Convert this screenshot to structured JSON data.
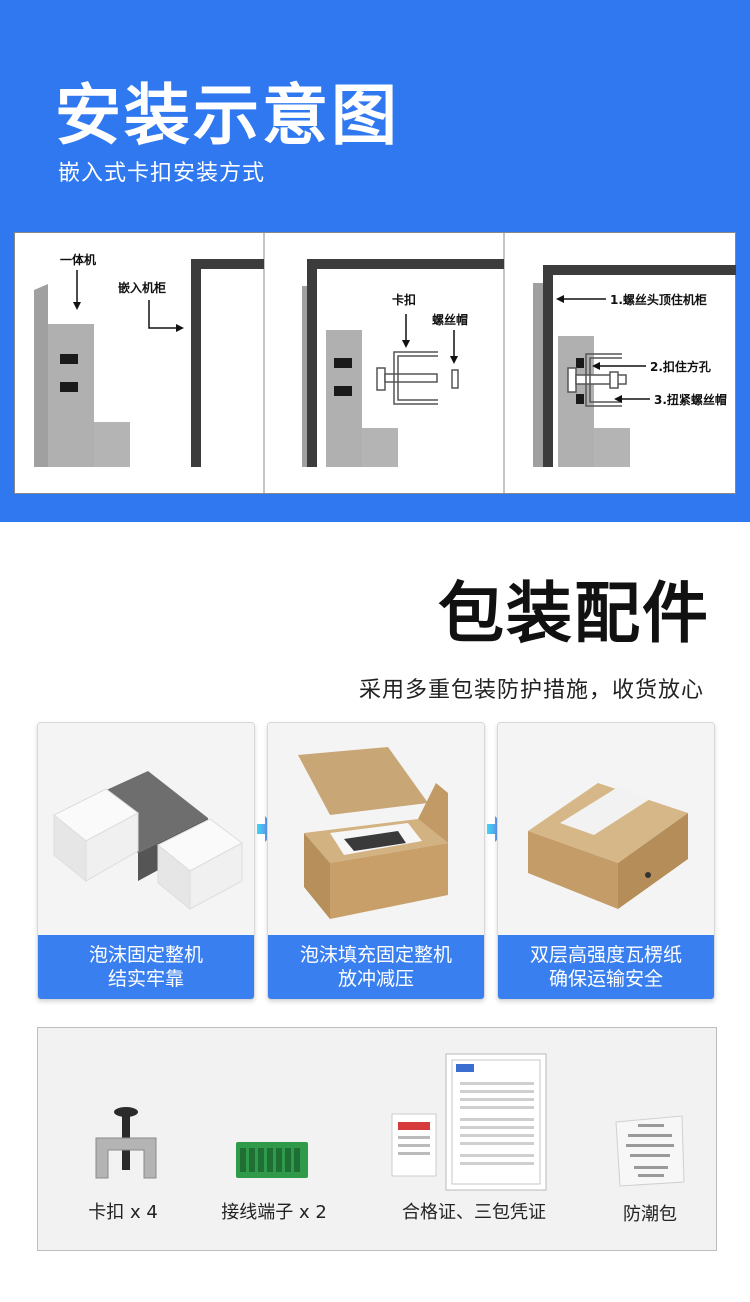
{
  "banner": {
    "title": "安装示意图",
    "subtitle": "嵌入式卡扣安装方式"
  },
  "diagram": {
    "panel1": {
      "label_unit": "一体机",
      "label_cabinet": "嵌入机柜"
    },
    "panel2": {
      "label_clip": "卡扣",
      "label_nut": "螺丝帽"
    },
    "panel3": {
      "step1": "1.螺丝头顶住机柜",
      "step2": "2.扣住方孔",
      "step3": "3.扭紧螺丝帽"
    }
  },
  "packaging": {
    "title": "包装配件",
    "subtitle": "采用多重包装防护措施，收货放心",
    "cards": [
      {
        "line1": "泡沫固定整机",
        "line2": "结实牢靠"
      },
      {
        "line1": "泡沫填充固定整机",
        "line2": "放冲减压"
      },
      {
        "line1": "双层高强度瓦楞纸",
        "line2": "确保运输安全"
      }
    ]
  },
  "accessories": {
    "items": [
      {
        "label": "卡扣 x 4"
      },
      {
        "label": "接线端子 x 2"
      },
      {
        "label": "合格证、三包凭证"
      },
      {
        "label": "防潮包"
      }
    ]
  },
  "colors": {
    "brand_blue": "#2f78f0",
    "caption_blue": "#3a7ff0",
    "diagram_gray": "#a8a8a8",
    "diagram_dark": "#3c3c3c"
  }
}
